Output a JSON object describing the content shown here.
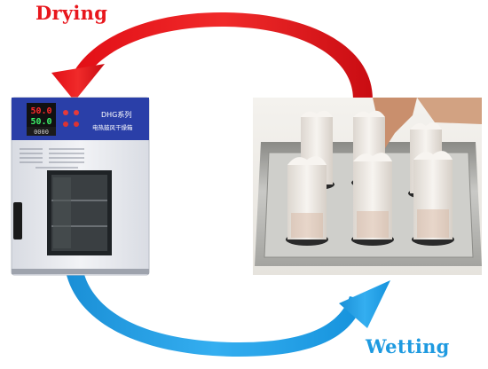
{
  "labels": {
    "drying": "Drying",
    "wetting": "Wetting"
  },
  "oven": {
    "temp_display_top": "50.0",
    "temp_display_bottom": "50.0",
    "small_display": "0000",
    "model_title": "DHG系列",
    "model_subtitle": "电热鼓风干燥箱"
  },
  "colors": {
    "drying": "#e8161c",
    "wetting": "#1e9ae0",
    "oven_body": "#e9ebf0",
    "oven_panel": "#2a3fa8",
    "tray": "#b9b9b6"
  }
}
